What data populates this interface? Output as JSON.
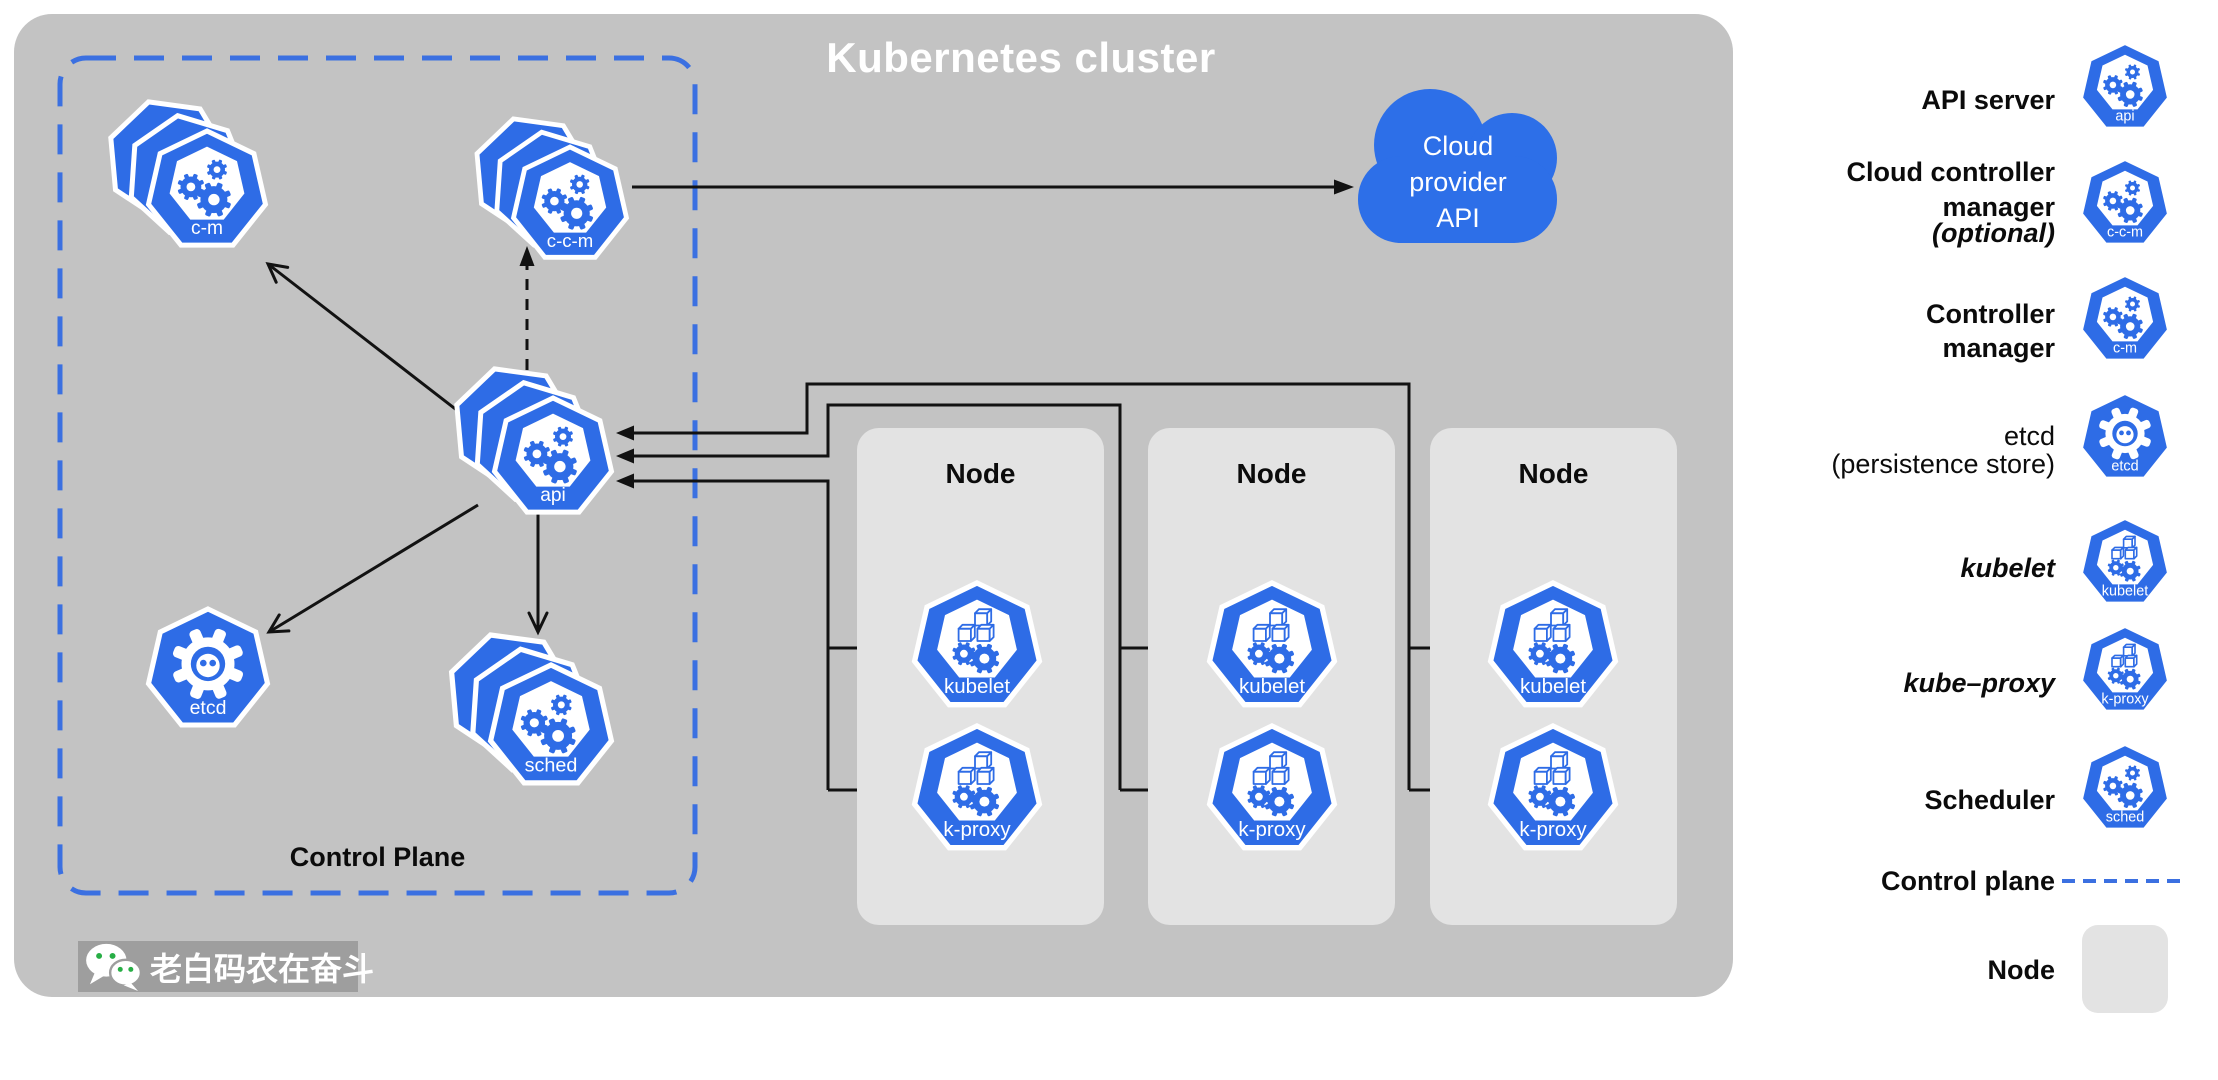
{
  "title": "Kubernetes cluster",
  "cluster": {
    "control_plane_label": "Control Plane"
  },
  "cloud": {
    "lines": [
      "Cloud",
      "provider",
      "API"
    ]
  },
  "nodes": [
    {
      "label": "Node"
    },
    {
      "label": "Node"
    },
    {
      "label": "Node"
    }
  ],
  "components": [
    {
      "id": "c-m",
      "label": "c-m",
      "icon": "gears",
      "stack": 3
    },
    {
      "id": "c-c-m",
      "label": "c-c-m",
      "icon": "gears",
      "stack": 3
    },
    {
      "id": "api",
      "label": "api",
      "icon": "gears",
      "stack": 3
    },
    {
      "id": "etcd",
      "label": "etcd",
      "icon": "etcd",
      "stack": 1
    },
    {
      "id": "sched",
      "label": "sched",
      "icon": "gears",
      "stack": 3
    },
    {
      "id": "kubelet-1",
      "label": "kubelet",
      "icon": "cubes",
      "stack": 1
    },
    {
      "id": "kproxy-1",
      "label": "k-proxy",
      "icon": "cubes",
      "stack": 1
    },
    {
      "id": "kubelet-2",
      "label": "kubelet",
      "icon": "cubes",
      "stack": 1
    },
    {
      "id": "kproxy-2",
      "label": "k-proxy",
      "icon": "cubes",
      "stack": 1
    },
    {
      "id": "kubelet-3",
      "label": "kubelet",
      "icon": "cubes",
      "stack": 1
    },
    {
      "id": "kproxy-3",
      "label": "k-proxy",
      "icon": "cubes",
      "stack": 1
    }
  ],
  "legend": {
    "items": [
      {
        "id": "api-server",
        "lines": [
          {
            "text": "API server",
            "style": "bold"
          }
        ],
        "icon": "gears",
        "icon_label": "api"
      },
      {
        "id": "cloud-controller-manager",
        "lines": [
          {
            "text": "Cloud controller",
            "style": "bold"
          },
          {
            "text": "manager",
            "style": "bold"
          },
          {
            "text": "(optional)",
            "style": "bold-italic"
          }
        ],
        "icon": "gears",
        "icon_label": "c-c-m"
      },
      {
        "id": "controller-manager",
        "lines": [
          {
            "text": "Controller",
            "style": "bold"
          },
          {
            "text": "manager",
            "style": "bold"
          }
        ],
        "icon": "gears",
        "icon_label": "c-m"
      },
      {
        "id": "etcd",
        "lines": [
          {
            "text": "etcd",
            "style": "regular"
          },
          {
            "text": "(persistence store)",
            "style": "regular"
          }
        ],
        "icon": "etcd",
        "icon_label": "etcd"
      },
      {
        "id": "kubelet",
        "lines": [
          {
            "text": "kubelet",
            "style": "bold-italic"
          }
        ],
        "icon": "cubes",
        "icon_label": "kubelet"
      },
      {
        "id": "kube-proxy",
        "lines": [
          {
            "text": "kube–proxy",
            "style": "bold-italic"
          }
        ],
        "icon": "cubes",
        "icon_label": "k-proxy"
      },
      {
        "id": "scheduler",
        "lines": [
          {
            "text": "Scheduler",
            "style": "bold"
          }
        ],
        "icon": "gears",
        "icon_label": "sched"
      },
      {
        "id": "control-plane",
        "lines": [
          {
            "text": "Control plane",
            "style": "bold"
          }
        ],
        "sample": "dashed-line"
      },
      {
        "id": "node",
        "lines": [
          {
            "text": "Node",
            "style": "bold"
          }
        ],
        "sample": "gray-box"
      }
    ]
  },
  "watermark": {
    "text": "老白码农在奋斗",
    "icon": "wechat-icon"
  },
  "colors": {
    "kubernetes_blue": "#2E6CE6",
    "cloud_blue": "#2D6FE8",
    "cluster_bg": "#C3C3C3",
    "node_bg": "#E3E3E3",
    "control_plane_dash": "#3B70E1",
    "connector": "#121212",
    "watermark_bg": "#9E9E9E",
    "wechat_green": "#27AE45"
  }
}
